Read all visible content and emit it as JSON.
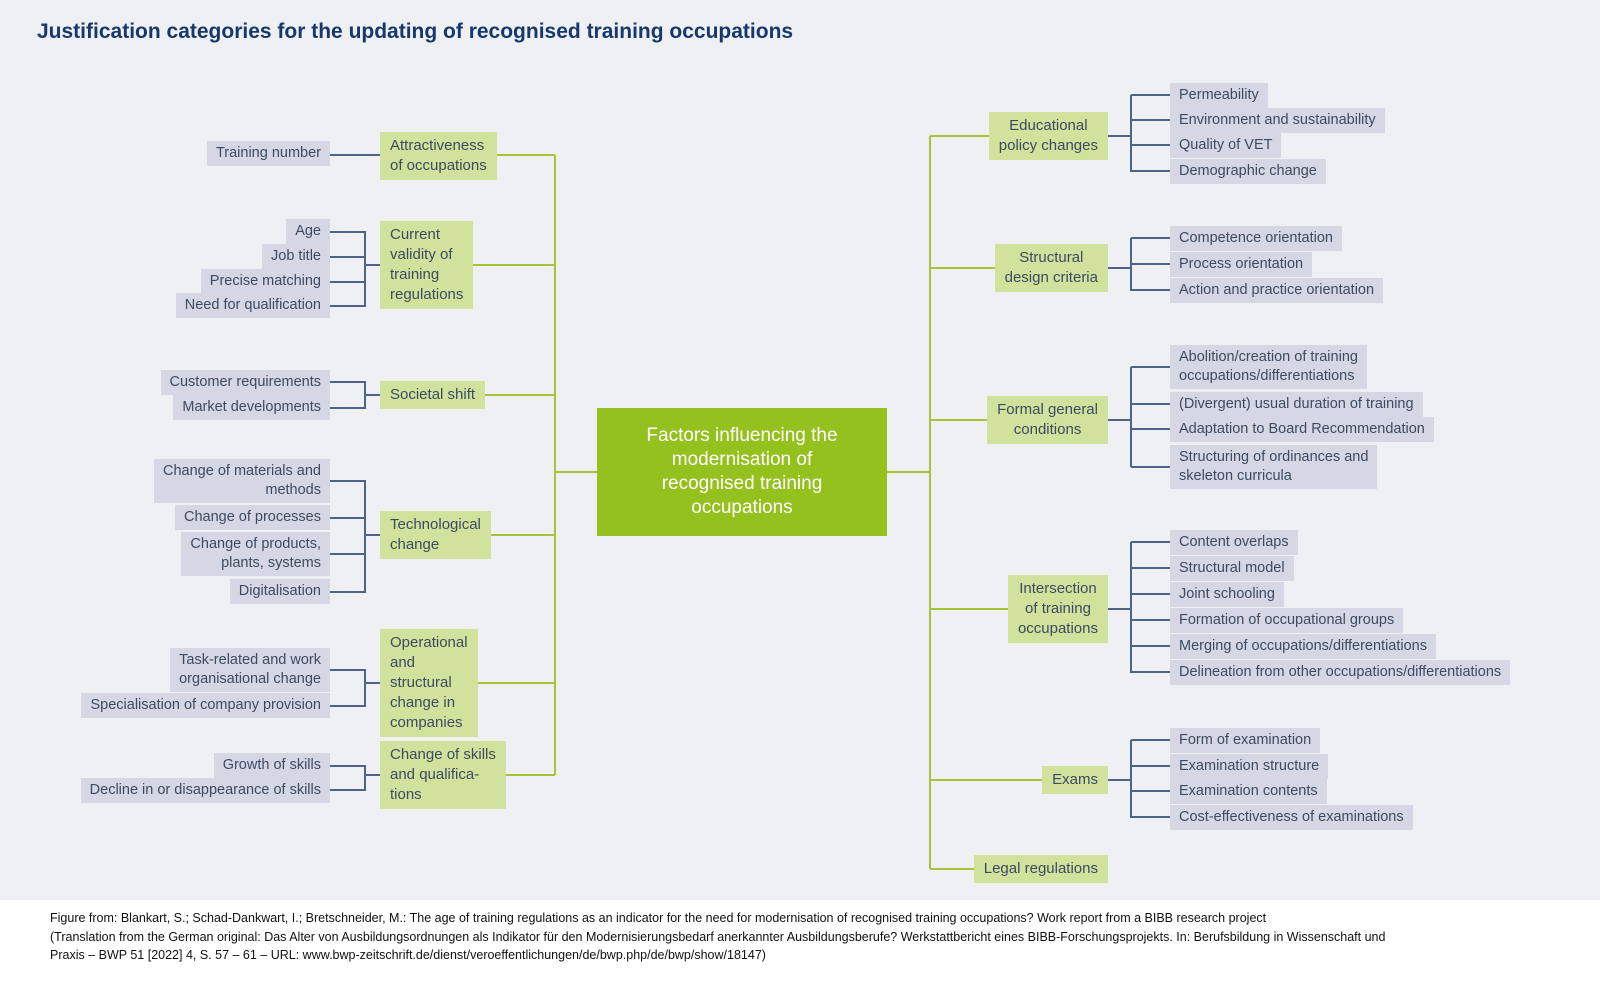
{
  "title": "Justification categories for the updating of recognised training occupations",
  "center": {
    "label": "Factors influencing the\nmodernisation of\nrecognised training\noccupations"
  },
  "left_branches": [
    {
      "label": "Attractiveness\nof occupations",
      "leaves": [
        "Training number"
      ]
    },
    {
      "label": "Current\nvalidity of\ntraining\nregulations",
      "leaves": [
        "Age",
        "Job title",
        "Precise matching",
        "Need for qualification"
      ]
    },
    {
      "label": "Societal shift",
      "leaves": [
        "Customer requirements",
        "Market developments"
      ]
    },
    {
      "label": "Technological\nchange",
      "leaves": [
        "Change of materials and\nmethods",
        "Change of processes",
        "Change of products,\nplants, systems",
        "Digitalisation"
      ]
    },
    {
      "label": "Operational\nand\nstructural\nchange in\ncompanies",
      "leaves": [
        "Task-related and work\norganisational change",
        "Specialisation of company provision"
      ]
    },
    {
      "label": "Change of skills\nand qualifica-\ntions",
      "leaves": [
        "Growth of skills",
        "Decline in or disappearance of skills"
      ]
    }
  ],
  "right_branches": [
    {
      "label": "Educational\npolicy changes",
      "leaves": [
        "Permeability",
        "Environment and sustainability",
        "Quality of VET",
        "Demographic change"
      ]
    },
    {
      "label": "Structural\ndesign criteria",
      "leaves": [
        "Competence orientation",
        "Process orientation",
        "Action and practice orientation"
      ]
    },
    {
      "label": "Formal general\nconditions",
      "leaves": [
        "Abolition/creation of training\noccupations/differentiations",
        "(Divergent) usual duration of training",
        "Adaptation to Board Recommendation",
        "Structuring of ordinances and\nskeleton curricula"
      ]
    },
    {
      "label": "Intersection\nof training\noccupations",
      "leaves": [
        "Content overlaps",
        "Structural model",
        "Joint schooling",
        "Formation of occupational groups",
        "Merging of occupations/differentiations",
        "Delineation from other occupations/differentiations"
      ]
    },
    {
      "label": "Exams",
      "leaves": [
        "Form of examination",
        "Examination structure",
        "Examination contents",
        "Cost-effectiveness of examinations"
      ]
    },
    {
      "label": "Legal regulations",
      "leaves": []
    }
  ],
  "footer": {
    "line1": "Figure from: Blankart, S.; Schad-Dankwart, I.; Bretschneider, M.: The age of training regulations as an indicator for the need for modernisation of recognised training occupations?  Work report from a BIBB research project",
    "line2": "(Translation from the German original: Das Alter von Ausbildungsordnungen als Indikator für den Modernisierungsbedarf anerkannter Ausbildungsberufe? Werkstattbericht eines BIBB-Forschungsprojekts. In: Berufsbildung in Wissenschaft und",
    "line3": "Praxis – BWP 51 [2022] 4, S. 57 – 61 – URL: www.bwp-zeitschrift.de/dienst/veroeffentlichungen/de/bwp.php/de/bwp/show/18147)"
  },
  "colors": {
    "background": "#eef0f4",
    "title": "#16386b",
    "central_green": "#95c11f",
    "category_green": "#d0e29c",
    "leaf_gray": "#d5d7e5",
    "line_green": "#a6c437",
    "line_dark": "#4c6489",
    "footer_background": "#ffffff"
  }
}
